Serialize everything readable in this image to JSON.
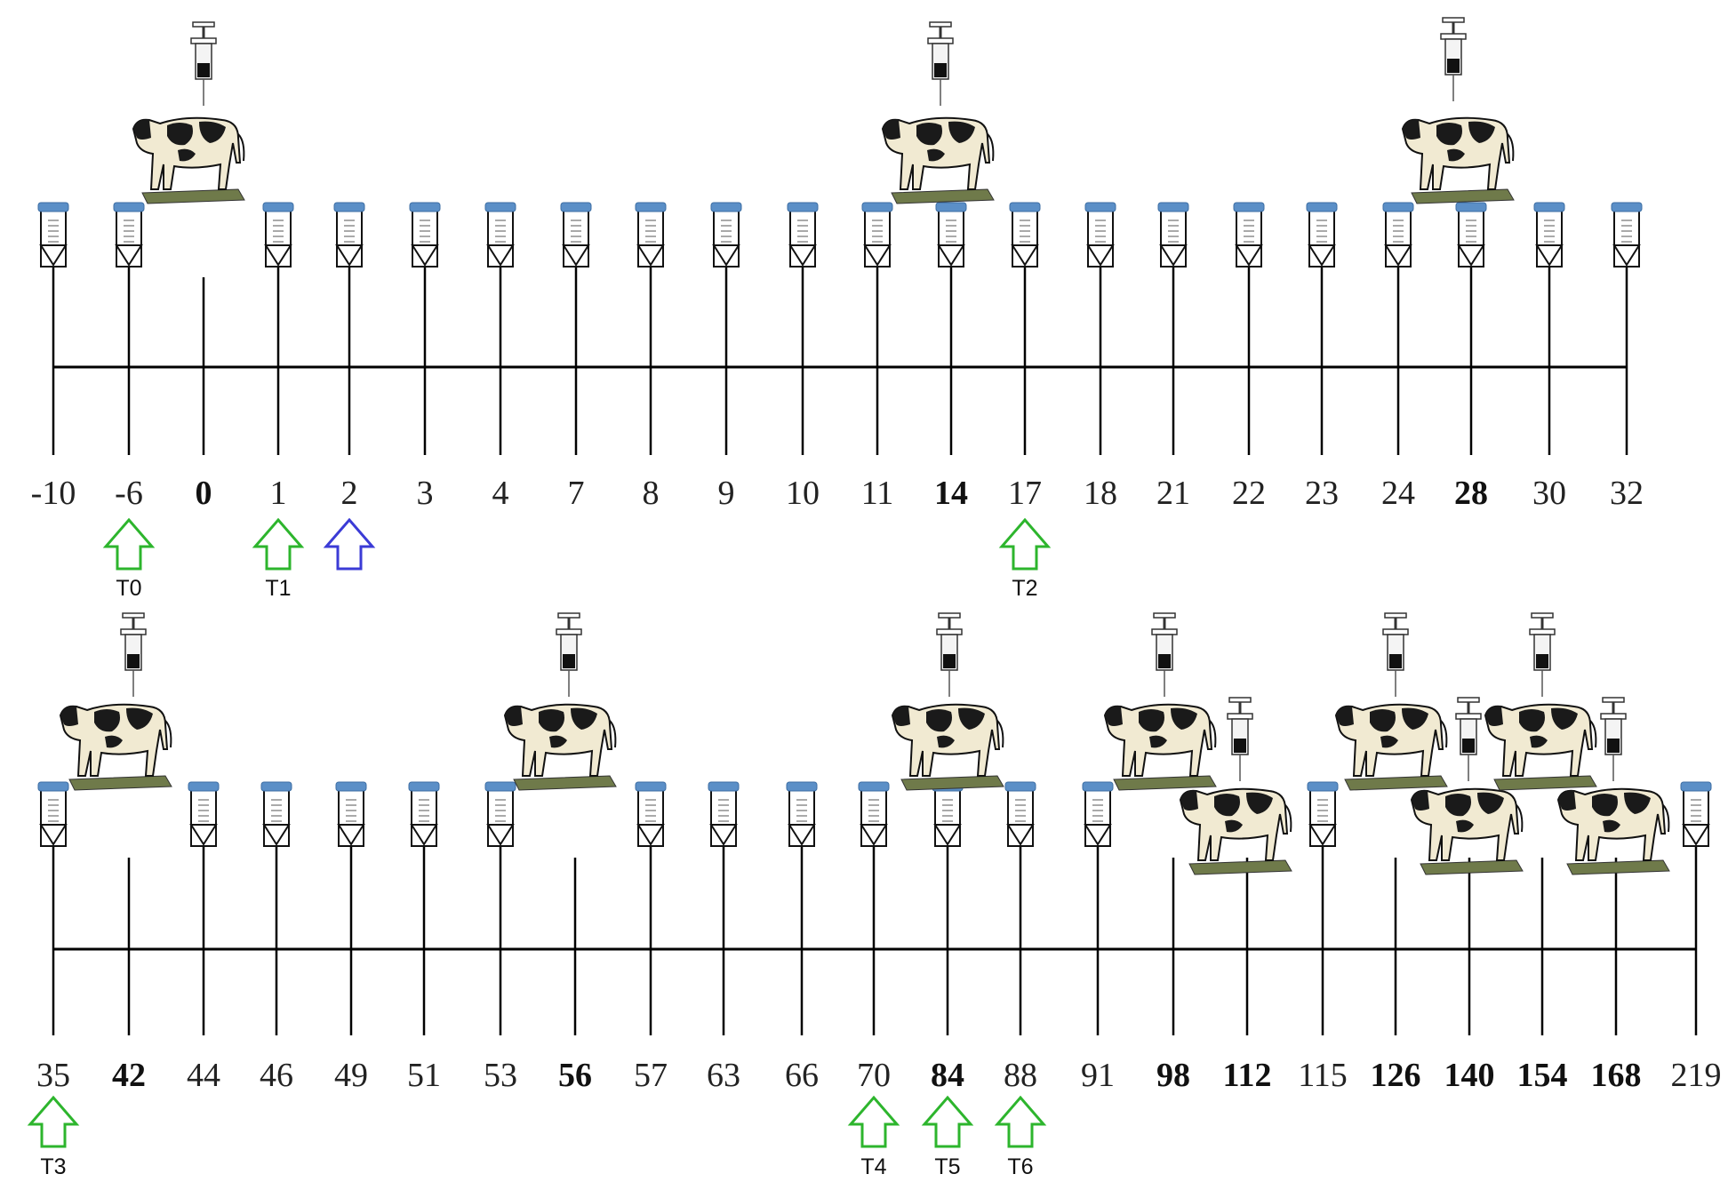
{
  "rows": [
    {
      "days": [
        {
          "label": "-10",
          "bold": false,
          "tube": true,
          "cow": false,
          "inj": false
        },
        {
          "label": "-6",
          "bold": false,
          "tube": true,
          "cow": false,
          "inj": false
        },
        {
          "label": "0",
          "bold": true,
          "tube": false,
          "cow": true,
          "inj": true
        },
        {
          "label": "1",
          "bold": false,
          "tube": true,
          "cow": false,
          "inj": false
        },
        {
          "label": "2",
          "bold": false,
          "tube": true,
          "cow": false,
          "inj": false
        },
        {
          "label": "3",
          "bold": false,
          "tube": true,
          "cow": false,
          "inj": false
        },
        {
          "label": "4",
          "bold": false,
          "tube": true,
          "cow": false,
          "inj": false
        },
        {
          "label": "7",
          "bold": false,
          "tube": true,
          "cow": false,
          "inj": false
        },
        {
          "label": "8",
          "bold": false,
          "tube": true,
          "cow": false,
          "inj": false
        },
        {
          "label": "9",
          "bold": false,
          "tube": true,
          "cow": false,
          "inj": false
        },
        {
          "label": "10",
          "bold": false,
          "tube": true,
          "cow": false,
          "inj": false
        },
        {
          "label": "11",
          "bold": false,
          "tube": true,
          "cow": false,
          "inj": false
        },
        {
          "label": "14",
          "bold": true,
          "tube": true,
          "cow": true,
          "inj": true
        },
        {
          "label": "17",
          "bold": false,
          "tube": true,
          "cow": false,
          "inj": false
        },
        {
          "label": "18",
          "bold": false,
          "tube": true,
          "cow": false,
          "inj": false
        },
        {
          "label": "21",
          "bold": false,
          "tube": true,
          "cow": false,
          "inj": false
        },
        {
          "label": "22",
          "bold": false,
          "tube": true,
          "cow": false,
          "inj": false
        },
        {
          "label": "23",
          "bold": false,
          "tube": true,
          "cow": false,
          "inj": false
        },
        {
          "label": "24",
          "bold": false,
          "tube": true,
          "cow": false,
          "inj": false
        },
        {
          "label": "28",
          "bold": true,
          "tube": true,
          "cow": true,
          "inj": true
        },
        {
          "label": "30",
          "bold": false,
          "tube": true,
          "cow": false,
          "inj": false
        },
        {
          "label": "32",
          "bold": false,
          "tube": true,
          "cow": false,
          "inj": false
        }
      ],
      "arrows": [
        {
          "day": "-6",
          "label": "T0",
          "color": "#2db52d"
        },
        {
          "day": "1",
          "label": "T1",
          "color": "#2db52d"
        },
        {
          "day": "2",
          "label": "",
          "color": "#3b3bd6"
        },
        {
          "day": "17",
          "label": "T2",
          "color": "#2db52d"
        }
      ]
    },
    {
      "days": [
        {
          "label": "35",
          "bold": false,
          "tube": true,
          "cow": false,
          "inj": false
        },
        {
          "label": "42",
          "bold": true,
          "tube": false,
          "cow": true,
          "inj": true
        },
        {
          "label": "44",
          "bold": false,
          "tube": true,
          "cow": false,
          "inj": false
        },
        {
          "label": "46",
          "bold": false,
          "tube": true,
          "cow": false,
          "inj": false
        },
        {
          "label": "49",
          "bold": false,
          "tube": true,
          "cow": false,
          "inj": false
        },
        {
          "label": "51",
          "bold": false,
          "tube": true,
          "cow": false,
          "inj": false
        },
        {
          "label": "53",
          "bold": false,
          "tube": true,
          "cow": false,
          "inj": false
        },
        {
          "label": "56",
          "bold": true,
          "tube": false,
          "cow": true,
          "inj": true
        },
        {
          "label": "57",
          "bold": false,
          "tube": true,
          "cow": false,
          "inj": false
        },
        {
          "label": "63",
          "bold": false,
          "tube": true,
          "cow": false,
          "inj": false
        },
        {
          "label": "66",
          "bold": false,
          "tube": true,
          "cow": false,
          "inj": false
        },
        {
          "label": "70",
          "bold": false,
          "tube": true,
          "cow": false,
          "inj": false
        },
        {
          "label": "84",
          "bold": true,
          "tube": true,
          "cow": true,
          "inj": true
        },
        {
          "label": "88",
          "bold": false,
          "tube": true,
          "cow": false,
          "inj": false
        },
        {
          "label": "91",
          "bold": false,
          "tube": true,
          "cow": false,
          "inj": false
        },
        {
          "label": "98",
          "bold": true,
          "tube": false,
          "cow": true,
          "inj": true
        },
        {
          "label": "112",
          "bold": true,
          "tube": false,
          "cow": true,
          "inj": true
        },
        {
          "label": "115",
          "bold": false,
          "tube": true,
          "cow": false,
          "inj": false
        },
        {
          "label": "126",
          "bold": true,
          "tube": false,
          "cow": true,
          "inj": true
        },
        {
          "label": "140",
          "bold": true,
          "tube": false,
          "cow": true,
          "inj": true
        },
        {
          "label": "154",
          "bold": true,
          "tube": false,
          "cow": true,
          "inj": true
        },
        {
          "label": "168",
          "bold": true,
          "tube": false,
          "cow": true,
          "inj": true
        },
        {
          "label": "219",
          "bold": false,
          "tube": true,
          "cow": false,
          "inj": false
        }
      ],
      "arrows": [
        {
          "day": "35",
          "label": "T3",
          "color": "#2db52d"
        },
        {
          "day": "70",
          "label": "T4",
          "color": "#2db52d"
        },
        {
          "day": "84",
          "label": "T5",
          "color": "#2db52d"
        },
        {
          "day": "88",
          "label": "T6",
          "color": "#2db52d"
        }
      ]
    }
  ],
  "colors": {
    "line": "#000000",
    "tube_cap": "#5b8fc7",
    "cow_body": "#f1ead2",
    "cow_spot": "#1a1a1a",
    "ground": "#6f7a4a"
  },
  "icons": [
    "sample-tube-icon",
    "cow-icon",
    "syringe-icon",
    "up-arrow-icon"
  ]
}
